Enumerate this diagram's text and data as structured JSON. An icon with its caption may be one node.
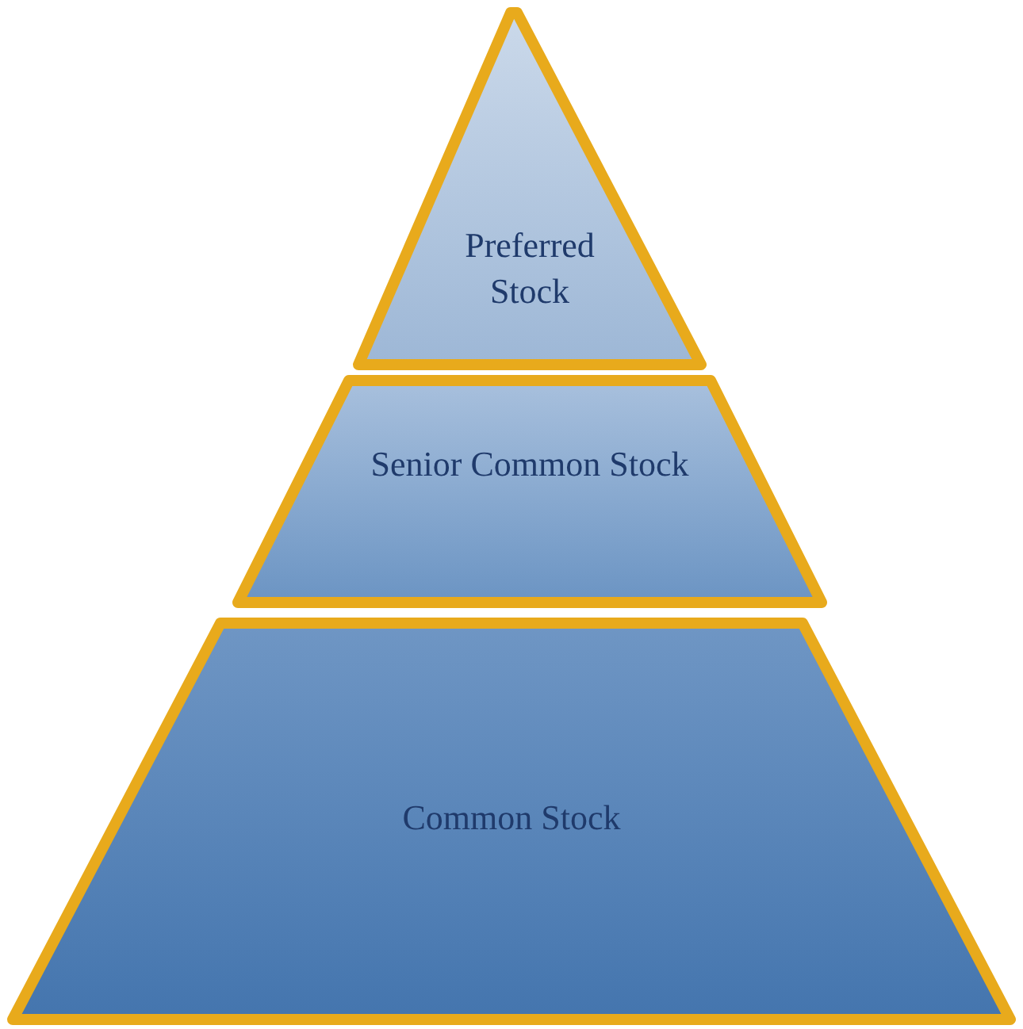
{
  "diagram": {
    "nodes": [
      {
        "text": [
          "Preferred Stock"
        ]
      },
      {
        "text": [
          "Senior Common Stock"
        ]
      },
      {
        "text": [
          "Common Stock"
        ]
      }
    ]
  }
}
